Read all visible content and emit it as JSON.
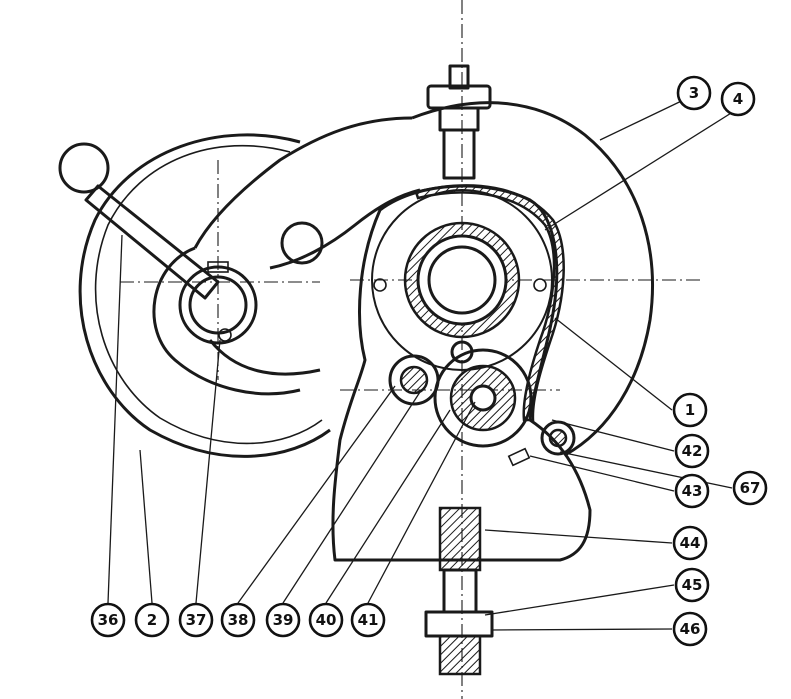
{
  "callouts": {
    "c3": "3",
    "c4": "4",
    "c1": "1",
    "c42": "42",
    "c67": "67",
    "c43": "43",
    "c44": "44",
    "c45": "45",
    "c46": "46",
    "c36": "36",
    "c2": "2",
    "c37": "37",
    "c38": "38",
    "c39": "39",
    "c40": "40",
    "c41": "41"
  },
  "colors": {
    "ink": "#1a1a1a",
    "paper": "#ffffff"
  }
}
